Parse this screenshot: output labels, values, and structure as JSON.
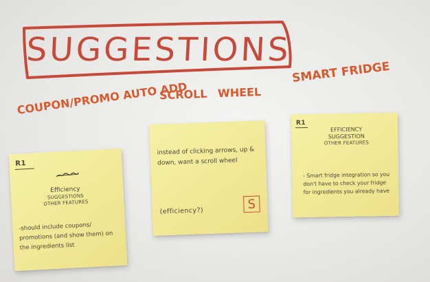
{
  "board": {
    "title": "SUGGESTIONS"
  },
  "columns": [
    {
      "header": "COUPON/PROMO AUTO ADD",
      "note": {
        "tag": "R1",
        "lines": [
          "Efficiency",
          "SUGGESTIONS",
          "OTHER FEATURES"
        ],
        "text": "-should include coupons/ promotions (and show them) on the ingredients list"
      }
    },
    {
      "header_main": "SCROLL",
      "header_second": "WHEEL",
      "note": {
        "text": "instead of clicking arrows, up & down, want a scroll wheel",
        "question": "(efficiency?)",
        "mark": "S"
      }
    },
    {
      "header": "SMART FRIDGE",
      "note": {
        "tag": "R1",
        "lines": [
          "EFFICIENCY",
          "SUGGESTION",
          "OTHER FEATURES"
        ],
        "text": "- Smart fridge integration so you don't have to check your fridge for ingredients you already have"
      }
    }
  ],
  "colors": {
    "title": "#c64a3a",
    "heading": "#d75a2f",
    "sticky": "#f2e896",
    "ink": "#4d4638",
    "mark": "#cc4d38"
  },
  "icons": {
    "title_frame": "hand-drawn-rectangle",
    "scribble": "crossed-out-word",
    "mark": "square-letter-mark"
  }
}
